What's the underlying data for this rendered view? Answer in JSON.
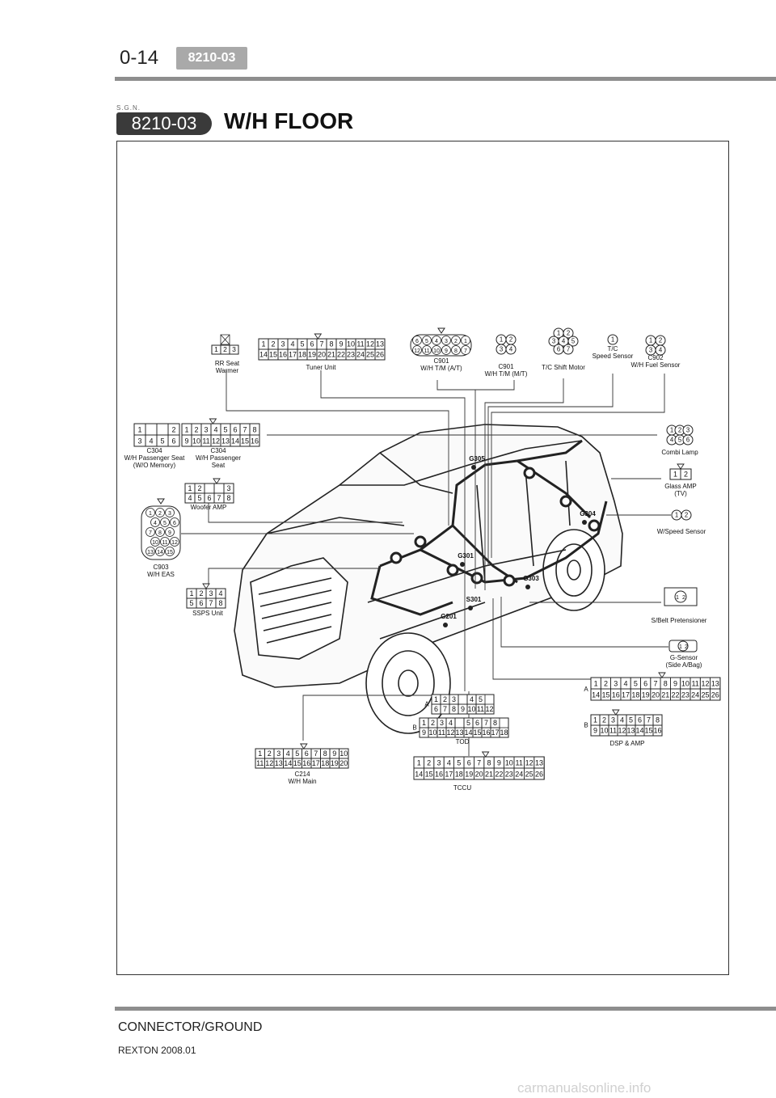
{
  "header": {
    "page_number": "0-14",
    "code": "8210-03"
  },
  "section": {
    "sgn": "S.G.N.",
    "code": "8210-03",
    "title": "W/H FLOOR"
  },
  "footer": {
    "category": "CONNECTOR/GROUND",
    "model": "REXTON 2008.01"
  },
  "watermark": "carmanualsonline.info",
  "connectors": {
    "rr_seat": {
      "label": "RR Seat\nWarmer",
      "pins": [
        "1",
        "2",
        "3"
      ]
    },
    "tuner": {
      "label": "Tuner Unit",
      "rows": [
        [
          "1",
          "2",
          "3",
          "4",
          "5",
          "6",
          "7",
          "8",
          "9",
          "10",
          "11",
          "12",
          "13"
        ],
        [
          "14",
          "15",
          "16",
          "17",
          "18",
          "19",
          "20",
          "21",
          "22",
          "23",
          "24",
          "25",
          "26"
        ]
      ]
    },
    "c901_at": {
      "label": "C901\nW/H T/M (A/T)",
      "rows": [
        [
          "6",
          "5",
          "4",
          "3",
          "2",
          "1"
        ],
        [
          "12",
          "11",
          "10",
          "9",
          "8",
          "7"
        ]
      ]
    },
    "c901_mt": {
      "label": "C901\nW/H T/M (M/T)",
      "rows": [
        [
          "1",
          "2"
        ],
        [
          "3",
          "4"
        ]
      ]
    },
    "tc_shift": {
      "label": "T/C Shift Motor",
      "rows": [
        [
          "1",
          "2"
        ],
        [
          "3",
          "4",
          "5"
        ],
        [
          "6",
          "7"
        ]
      ]
    },
    "tc_speed": {
      "label": "T/C\nSpeed Sensor",
      "pins": [
        "1"
      ]
    },
    "c902": {
      "label": "C902\nW/H Fuel Sensor",
      "rows": [
        [
          "1",
          "2"
        ],
        [
          "3",
          "4"
        ]
      ]
    },
    "c304_a": {
      "label": "C304\nW/H Passenger Seat\n(W/O Memory)",
      "rows": [
        [
          "1",
          "",
          "2"
        ],
        [
          "3",
          "4",
          "5",
          "6"
        ]
      ]
    },
    "c304_b": {
      "label": "C304\nW/H Passenger\nSeat",
      "rows": [
        [
          "1",
          "2",
          "3",
          "4",
          "5",
          "6",
          "7",
          "8"
        ],
        [
          "9",
          "10",
          "11",
          "12",
          "13",
          "14",
          "15",
          "16"
        ]
      ]
    },
    "combi_lamp": {
      "label": "Combi Lamp",
      "rows": [
        [
          "1",
          "2",
          "3"
        ],
        [
          "4",
          "5",
          "6"
        ]
      ]
    },
    "glass_amp": {
      "label": "Glass AMP\n(TV)",
      "pins": [
        "1",
        "2"
      ]
    },
    "woofer": {
      "label": "Woofer AMP",
      "rows": [
        [
          "1",
          "2",
          "",
          "3"
        ],
        [
          "4",
          "5",
          "6",
          "7",
          "8"
        ]
      ]
    },
    "w_speed": {
      "label": "W/Speed Sensor",
      "pins": [
        "1",
        "2"
      ]
    },
    "c903": {
      "label": "C903\nW/H EAS",
      "rows": [
        [
          "1",
          "2",
          "3"
        ],
        [
          "4",
          "5",
          "6"
        ],
        [
          "7",
          "8",
          "9"
        ],
        [
          "10",
          "11",
          "12"
        ],
        [
          "13",
          "14",
          "15"
        ]
      ]
    },
    "ssps": {
      "label": "SSPS Unit",
      "rows": [
        [
          "1",
          "2",
          "3",
          "4"
        ],
        [
          "5",
          "6",
          "7",
          "8"
        ]
      ]
    },
    "sbelt": {
      "label": "S/Belt Pretensioner",
      "pins": [
        "1",
        "2"
      ]
    },
    "gsensor": {
      "label": "G-Sensor\n(Side A/Bag)",
      "pins": [
        "1",
        "2"
      ]
    },
    "dsp": {
      "label": "DSP & AMP",
      "prefix_a": "A",
      "prefix_b": "B",
      "rows_a": [
        [
          "1",
          "2",
          "3",
          "4",
          "5",
          "6",
          "7",
          "8",
          "9",
          "10",
          "11",
          "12",
          "13"
        ],
        [
          "14",
          "15",
          "16",
          "17",
          "18",
          "19",
          "20",
          "21",
          "22",
          "23",
          "24",
          "25",
          "26"
        ]
      ],
      "rows_b": [
        [
          "1",
          "2",
          "3",
          "4",
          "5",
          "6",
          "7",
          "8"
        ],
        [
          "9",
          "10",
          "11",
          "12",
          "13",
          "14",
          "15",
          "16"
        ]
      ]
    },
    "tod": {
      "label": "TOD",
      "prefix_a": "A",
      "prefix_b": "B",
      "rows_a": [
        [
          "1",
          "2",
          "3",
          "",
          "4",
          "5"
        ],
        [
          "6",
          "7",
          "8",
          "9",
          "10",
          "11",
          "12"
        ]
      ],
      "rows_b": [
        [
          "1",
          "2",
          "3",
          "4",
          "",
          "5",
          "6",
          "7",
          "8"
        ],
        [
          "9",
          "10",
          "11",
          "12",
          "13",
          "14",
          "15",
          "16",
          "17",
          "18"
        ]
      ]
    },
    "c214": {
      "label": "C214\nW/H Main",
      "rows": [
        [
          "1",
          "2",
          "3",
          "4",
          "5",
          "6",
          "7",
          "8",
          "9",
          "10"
        ],
        [
          "11",
          "12",
          "13",
          "14",
          "15",
          "16",
          "17",
          "18",
          "19",
          "20"
        ]
      ]
    },
    "tccu": {
      "label": "TCCU",
      "rows": [
        [
          "1",
          "2",
          "3",
          "4",
          "5",
          "6",
          "7",
          "8",
          "9",
          "10",
          "11",
          "12",
          "13"
        ],
        [
          "14",
          "15",
          "16",
          "17",
          "18",
          "19",
          "20",
          "21",
          "22",
          "23",
          "24",
          "25",
          "26"
        ]
      ]
    }
  },
  "grounds": [
    "G305",
    "G304",
    "G301",
    "S301",
    "G303",
    "G201"
  ]
}
